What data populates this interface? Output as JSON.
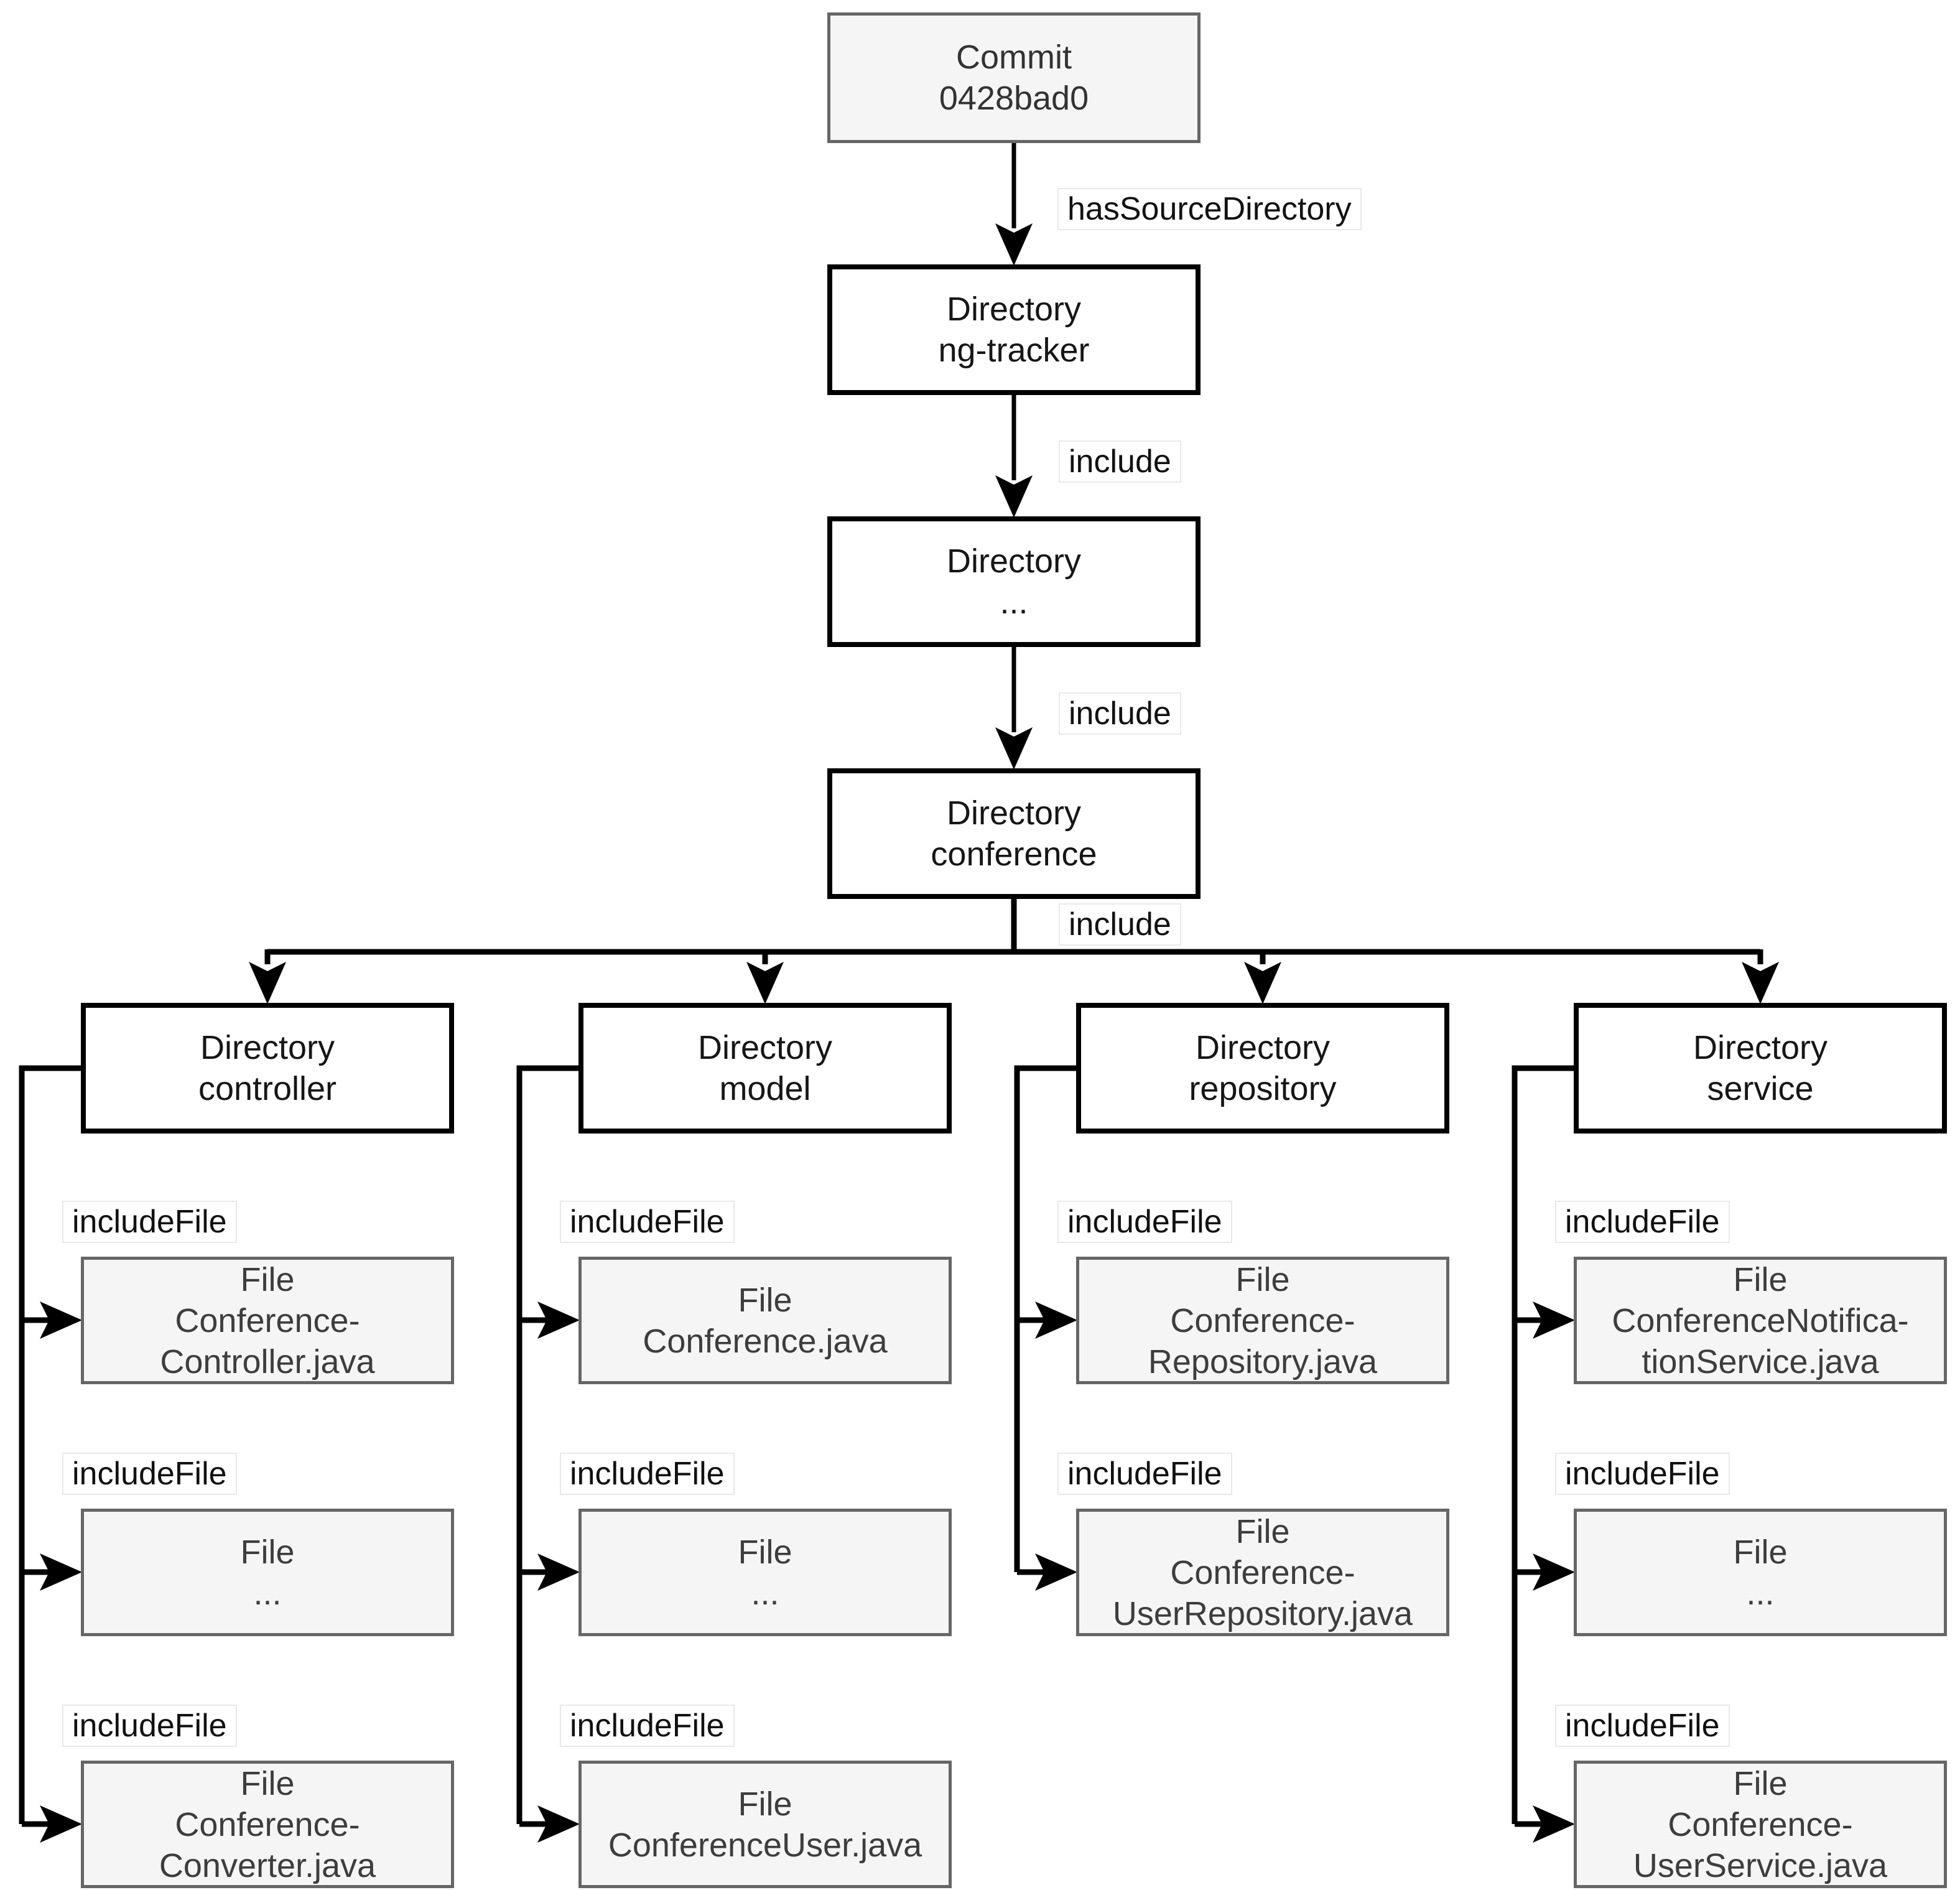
{
  "colors": {
    "background": "#ffffff",
    "directory_border": "#000000",
    "file_border": "#666666",
    "file_fill": "#f5f5f5",
    "directory_fill": "#ffffff",
    "edge_color": "#000000",
    "box_text_dark": "#161616",
    "box_text_gray": "#3d3d3d",
    "edge_label_text": "#111111"
  },
  "edge_labels": {
    "has_source_directory": "hasSourceDirectory",
    "include": "include",
    "include_file": "includeFile"
  },
  "nodes": {
    "commit": "Commit\n0428bad0",
    "ng_tracker": "Directory\nng-tracker",
    "dir_ellipsis": "Directory\n...",
    "conference": "Directory\nconference",
    "controller": "Directory\ncontroller",
    "model": "Directory\nmodel",
    "repository": "Directory\nrepository",
    "service": "Directory\nservice",
    "controller_file1": "File\nConference-\nController.java",
    "controller_file2": "File\n...",
    "controller_file3": "File\nConference-\nConverter.java",
    "model_file1": "File\nConference.java",
    "model_file2": "File\n...",
    "model_file3": "File\nConferenceUser.java",
    "repository_file1": "File\nConference-\nRepository.java",
    "repository_file2": "File\nConference-\nUserRepository.java",
    "service_file1": "File\nConferenceNotifica-\ntionService.java",
    "service_file2": "File\n...",
    "service_file3": "File\nConference-\nUserService.java"
  }
}
